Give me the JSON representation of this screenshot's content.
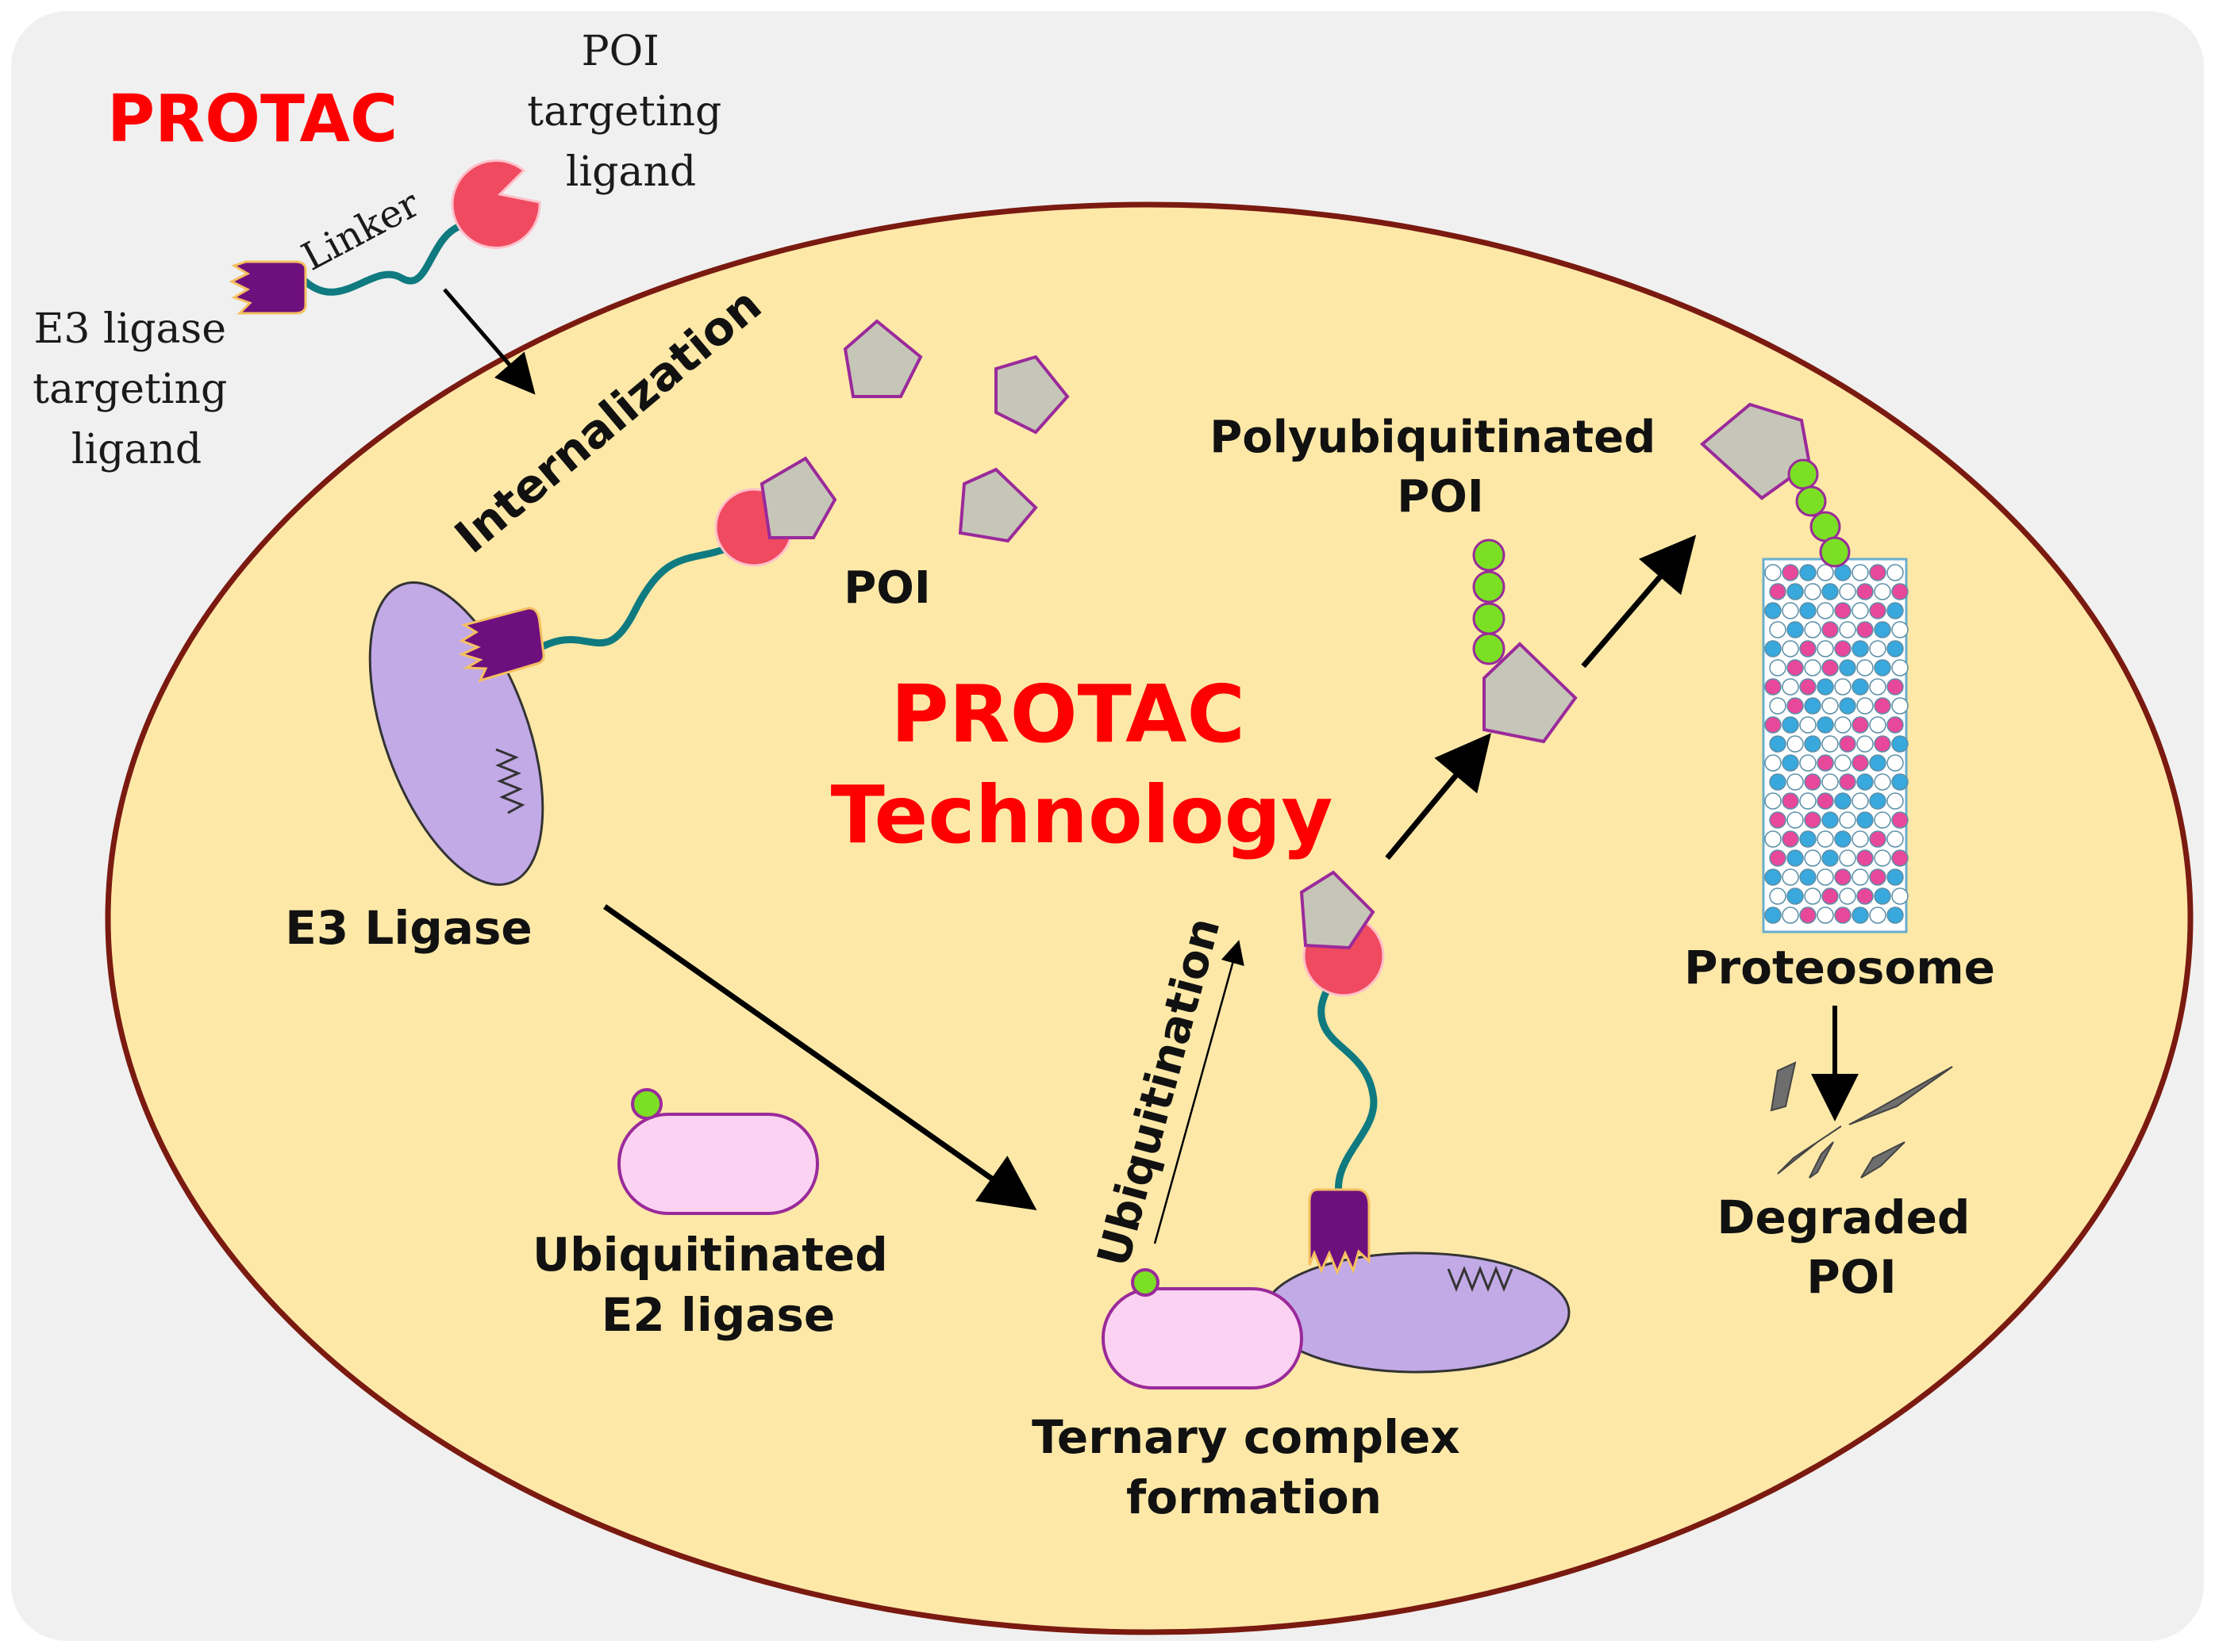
{
  "title": "PROTAC",
  "center_title": {
    "line1": "PROTAC",
    "line2": "Technology"
  },
  "labels": {
    "poi_ligand": [
      "POI",
      "targeting",
      "ligand"
    ],
    "linker": "Linker",
    "e3_ligand": [
      "E3 ligase",
      "targeting",
      "ligand"
    ],
    "internalization": "Internalization",
    "poi": "POI",
    "e3_ligase": "E3 Ligase",
    "ubiquitinated_e2": [
      "Ubiquitinated",
      "E2 ligase"
    ],
    "ubiquitination": "Ubiquitination",
    "ternary": [
      "Ternary complex",
      "formation"
    ],
    "polyubiquitinated": [
      "Polyubiquitinated",
      "POI"
    ],
    "proteosome": "Proteosome",
    "degraded": [
      "Degraded",
      "POI"
    ]
  },
  "colors": {
    "title_red": "#ff0000",
    "cell_fill": "#fde8a8",
    "cell_border": "#7a1a10",
    "poi_gray": "#c6c6b8",
    "poi_border": "#9a2a9a",
    "ligand_red": "#f04a60",
    "linker_teal": "#0f7a80",
    "e3_purple": "#c2aae6",
    "warhead_purple": "#6e0f7e",
    "e2_pink": "#fcd2f2",
    "ubiquitin_green": "#7be023"
  }
}
